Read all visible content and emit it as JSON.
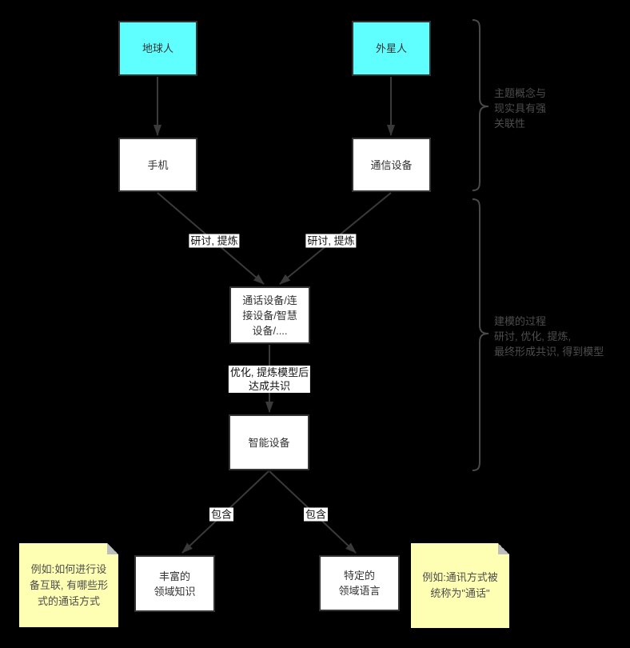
{
  "colors": {
    "bg": "#000000",
    "cyan_fill": "#5FFFFF",
    "node_fill": "#FFFFFF",
    "node_border": "#333333",
    "node_text": "#333333",
    "edge": "#3A3A3A",
    "chip_bg": "#FFFFFF",
    "chip_text": "#111111",
    "note_fill": "#FEFFB2",
    "note_fold": "#BBBDBF",
    "note_text": "#4D4D4D",
    "annotation_text": "#4D4D4D",
    "brace": "#4A4A4A"
  },
  "nodes": {
    "earthling": "地球人",
    "alien": "外星人",
    "phone": "手机",
    "comm_device": "通信设备",
    "draft_model": "通话设备/连\n接设备/智慧\n设备/....",
    "smart_device": "智能设备",
    "rich_domain_knowledge": "丰富的\n领域知识",
    "specific_domain_language": "特定的\n领域语言"
  },
  "edge_labels": {
    "refine_left": "研讨, 提炼",
    "refine_right": "研讨, 提炼",
    "optimize": "优化, 提炼模型后\n达成共识",
    "contain_left": "包含",
    "contain_right": "包含"
  },
  "notes": {
    "left": "例如:如何进行设\n备互联, 有哪些形\n式的通话方式",
    "right": "例如:通讯方式被\n统称为\"通话\""
  },
  "annotations": {
    "top": "主题概念与\n现实具有强\n关联性",
    "middle": "建模的过程\n研讨, 优化, 提炼,\n最终形成共识, 得到模型"
  }
}
